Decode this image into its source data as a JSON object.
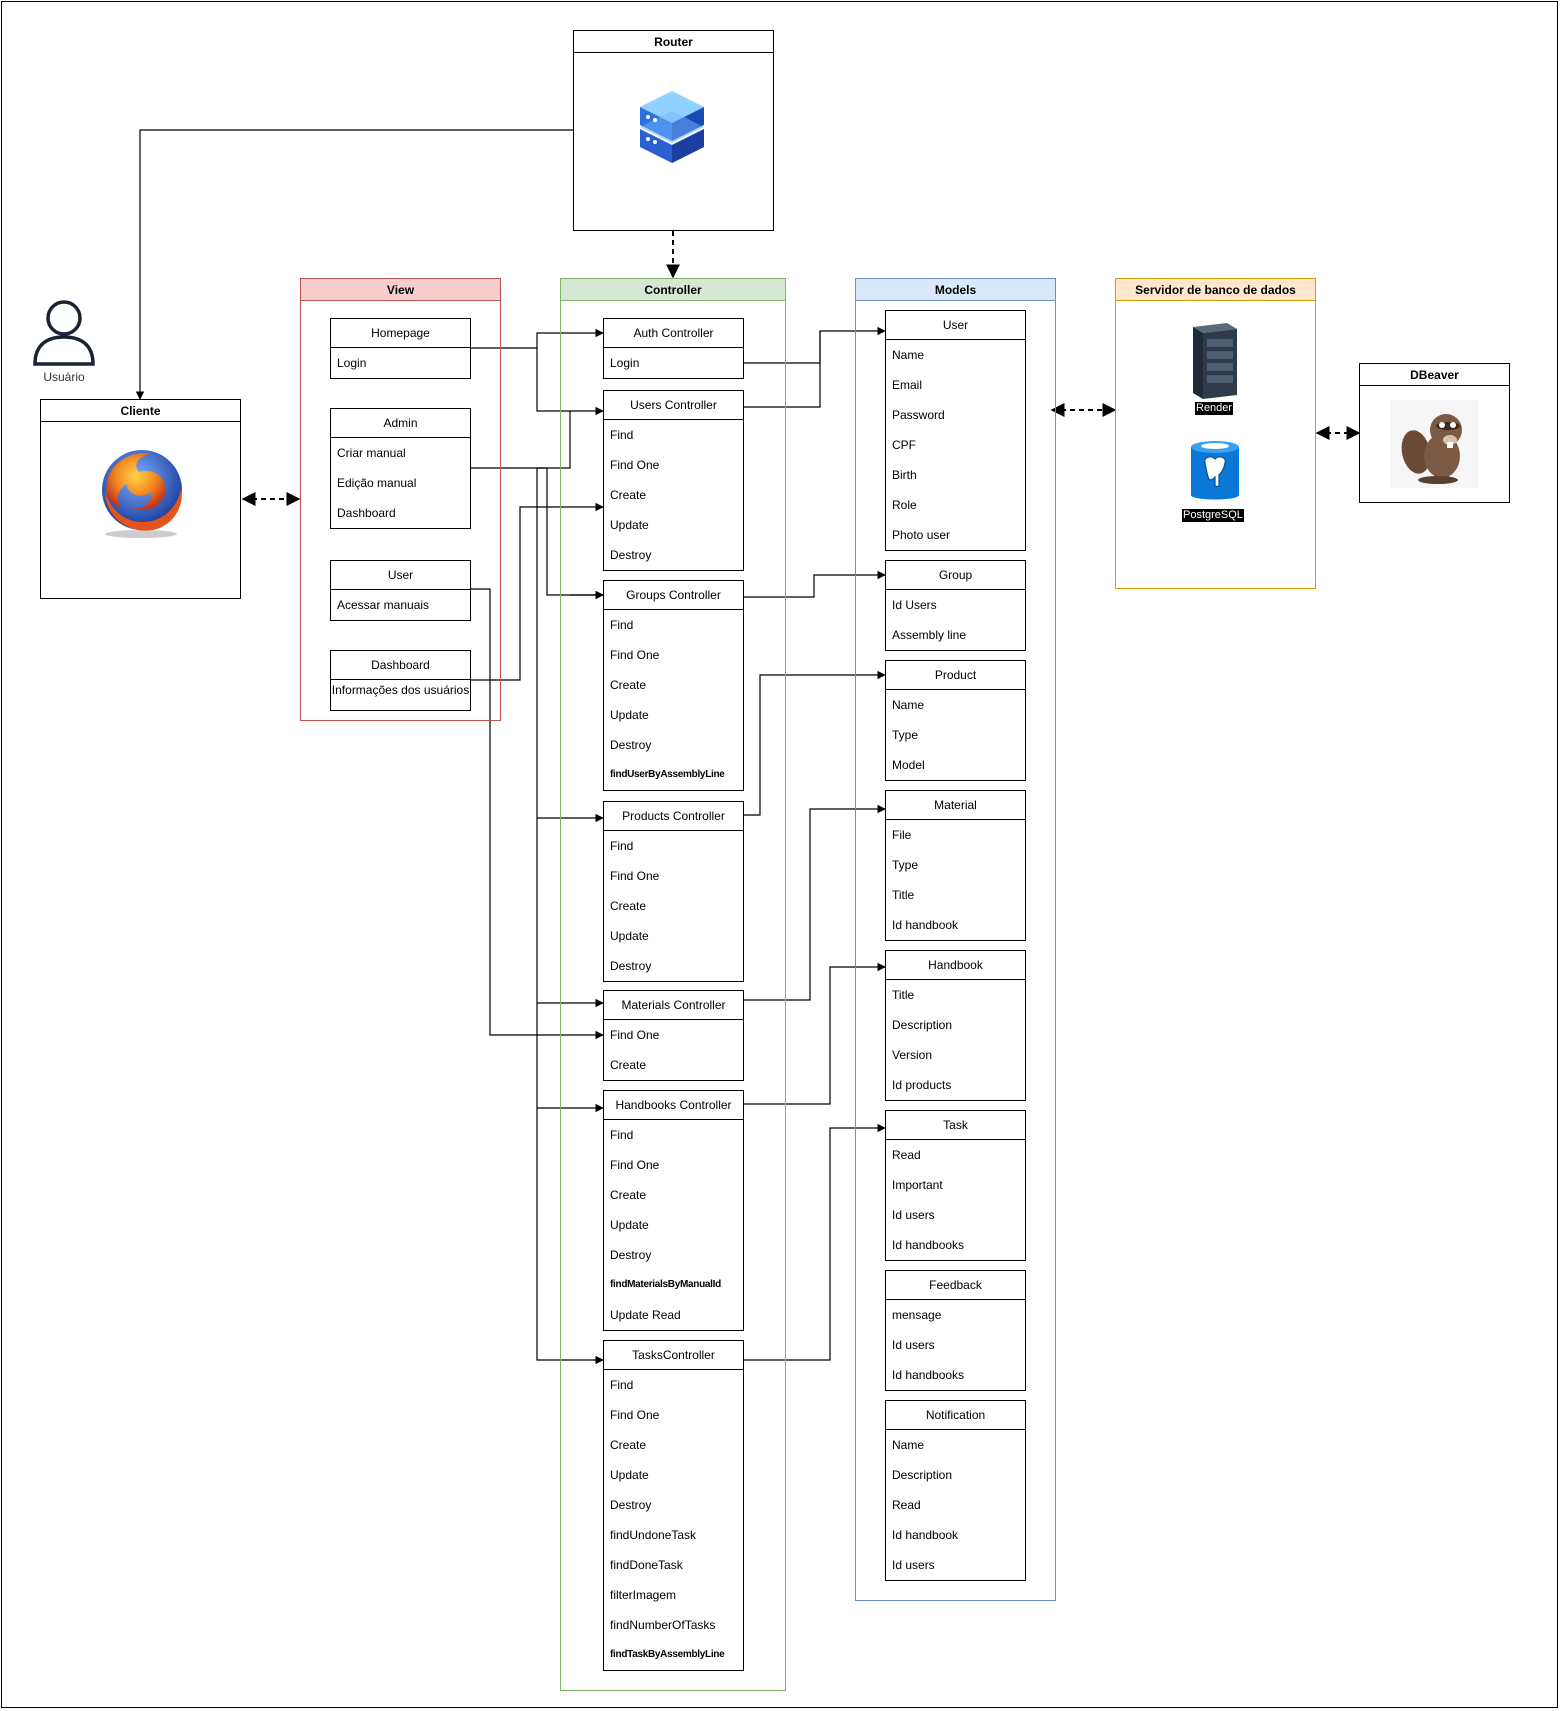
{
  "actor": {
    "label": "Usuário"
  },
  "cliente": {
    "title": "Cliente"
  },
  "router": {
    "title": "Router"
  },
  "view": {
    "title": "View",
    "homepage": {
      "title": "Homepage",
      "items": [
        "Login"
      ]
    },
    "admin": {
      "title": "Admin",
      "items": [
        "Criar manual",
        "Edição manual",
        "Dashboard"
      ]
    },
    "user": {
      "title": "User",
      "items": [
        "Acessar manuais"
      ]
    },
    "dashboard": {
      "title": "Dashboard",
      "items": [
        "Informações dos usuários"
      ]
    }
  },
  "controller": {
    "title": "Controller",
    "auth": {
      "title": "Auth Controller",
      "items": [
        "Login"
      ]
    },
    "users": {
      "title": "Users Controller",
      "items": [
        "Find",
        "Find One",
        "Create",
        "Update",
        "Destroy"
      ]
    },
    "groups": {
      "title": "Groups Controller",
      "items": [
        "Find",
        "Find One",
        "Create",
        "Update",
        "Destroy",
        "findUserByAssemblyLine"
      ]
    },
    "products": {
      "title": "Products Controller",
      "items": [
        "Find",
        "Find One",
        "Create",
        "Update",
        "Destroy"
      ]
    },
    "materials": {
      "title": "Materials Controller",
      "items": [
        "Find One",
        "Create"
      ]
    },
    "handbooks": {
      "title": "Handbooks Controller",
      "items": [
        "Find",
        "Find One",
        "Create",
        "Update",
        "Destroy",
        "findMaterialsByManualId",
        "Update Read"
      ]
    },
    "tasks": {
      "title": "TasksController",
      "items": [
        "Find",
        "Find One",
        "Create",
        "Update",
        "Destroy",
        "findUndoneTask",
        "findDoneTask",
        "filterImagem",
        "findNumberOfTasks",
        "findTaskByAssemblyLine"
      ]
    }
  },
  "models": {
    "title": "Models",
    "user": {
      "title": "User",
      "items": [
        "Name",
        "Email",
        "Password",
        "CPF",
        "Birth",
        "Role",
        "Photo user"
      ]
    },
    "group": {
      "title": "Group",
      "items": [
        "Id Users",
        "Assembly line"
      ]
    },
    "product": {
      "title": "Product",
      "items": [
        "Name",
        "Type",
        "Model"
      ]
    },
    "material": {
      "title": "Material",
      "items": [
        "File",
        "Type",
        "Title",
        "Id handbook"
      ]
    },
    "handbook": {
      "title": "Handbook",
      "items": [
        "Title",
        "Description",
        "Version",
        "Id products"
      ]
    },
    "task": {
      "title": "Task",
      "items": [
        "Read",
        "Important",
        "Id users",
        "Id handbooks"
      ]
    },
    "feedback": {
      "title": "Feedback",
      "items": [
        "mensage",
        "Id users",
        "Id handbooks"
      ]
    },
    "notification": {
      "title": "Notification",
      "items": [
        "Name",
        "Description",
        "Read",
        "Id handbook",
        "Id users"
      ]
    }
  },
  "db": {
    "title": "Servidor de banco de dados",
    "render_label": "Render",
    "postgres_label": "PostgreSQL"
  },
  "dbeaver": {
    "title": "DBeaver"
  },
  "colors": {
    "view_border": "#b85450",
    "view_fill": "#f8cecc",
    "ctrl_border": "#82b366",
    "ctrl_fill": "#d5e8d4",
    "model_border": "#6c8ebf",
    "model_fill": "#dae8fc",
    "db_border": "#d79b00",
    "db_fill": "#ffe6cc"
  }
}
